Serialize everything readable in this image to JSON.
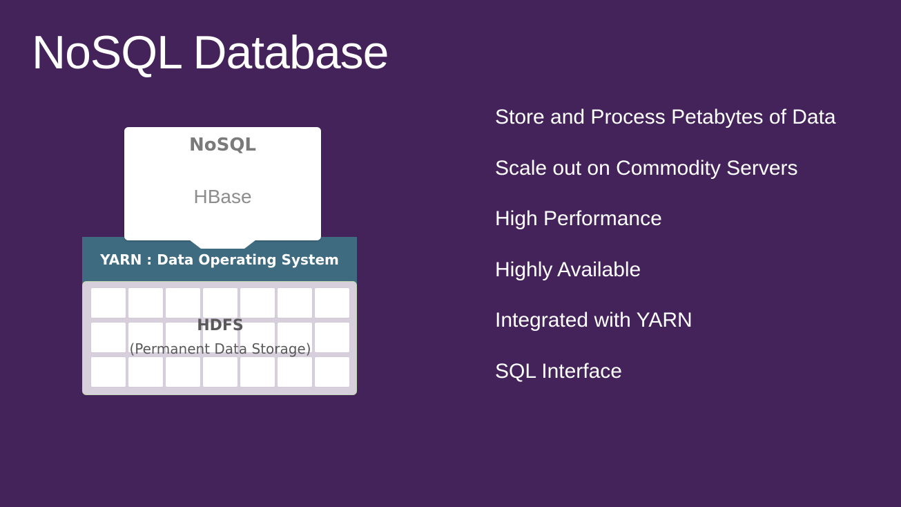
{
  "slide": {
    "title": "NoSQL Database",
    "background_color": "#44225a"
  },
  "diagram": {
    "nosql": {
      "heading": "NoSQL",
      "product": "HBase"
    },
    "yarn": {
      "label": "YARN : Data Operating System",
      "color": "#3e6b80"
    },
    "hdfs": {
      "heading": "HDFS",
      "subtitle": "(Permanent Data Storage)",
      "grid_rows": 3,
      "grid_columns": 7
    }
  },
  "features": [
    "Store and Process Petabytes of Data",
    "Scale out on Commodity Servers",
    "High Performance",
    "Highly Available",
    "Integrated with YARN",
    "SQL Interface"
  ]
}
